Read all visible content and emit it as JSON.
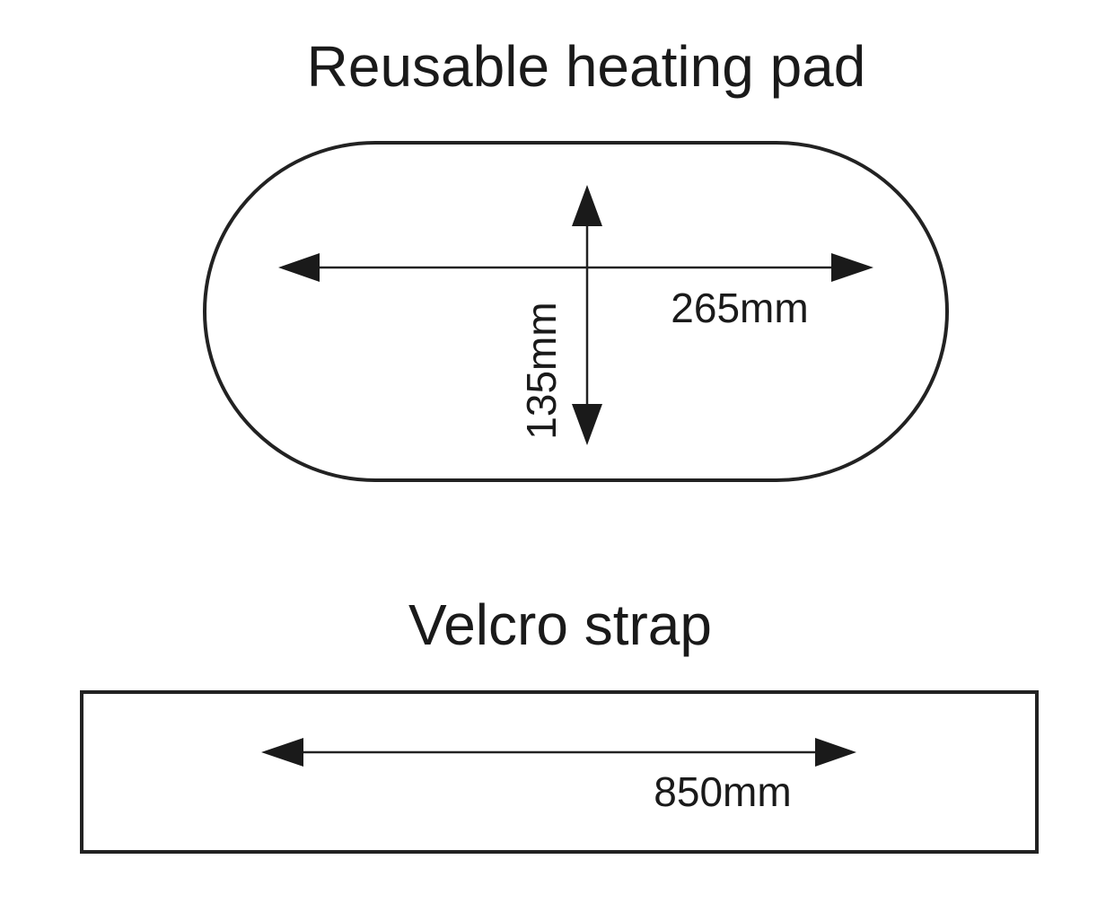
{
  "heating_pad": {
    "title": "Reusable heating pad",
    "width_label": "265mm",
    "height_label": "135mm"
  },
  "velcro_strap": {
    "title": "Velcro strap",
    "length_label": "850mm"
  },
  "colors": {
    "ink": "#1a1a1a",
    "outline": "#222222",
    "background": "#ffffff"
  }
}
